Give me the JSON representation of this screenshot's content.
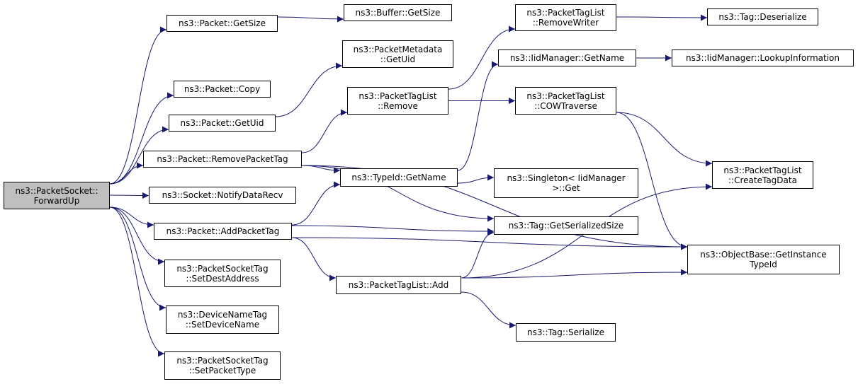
{
  "colors": {
    "edge": "#191970",
    "node_border": "#000000",
    "root_fill": "#bfbfbf",
    "node_fill": "#ffffff"
  },
  "nodes": {
    "packetsocket_forwardup": "ns3::PacketSocket::\nForwardUp",
    "packet_getsize": "ns3::Packet::GetSize",
    "buffer_getsize": "ns3::Buffer::GetSize",
    "packet_copy": "ns3::Packet::Copy",
    "packet_getuid": "ns3::Packet::GetUid",
    "packetmetadata_getuid": "ns3::PacketMetadata\n::GetUid",
    "packet_removepackettag": "ns3::Packet::RemovePacketTag",
    "packettaglist_remove": "ns3::PacketTagList\n::Remove",
    "packettaglist_removewriter": "ns3::PacketTagList\n::RemoveWriter",
    "tag_deserialize": "ns3::Tag::Deserialize",
    "iidmanager_getname": "ns3::IidManager::GetName",
    "iidmanager_lookupinformation": "ns3::IidManager::LookupInformation",
    "packettaglist_cowtraverse": "ns3::PacketTagList\n::COWTraverse",
    "packettaglist_createtagdata": "ns3::PacketTagList\n::CreateTagData",
    "typeid_getname": "ns3::TypeId::GetName",
    "singleton_get": "ns3::Singleton< IidManager\n>::Get",
    "socket_notifydatarecv": "ns3::Socket::NotifyDataRecv",
    "packet_addpackettag": "ns3::Packet::AddPacketTag",
    "tag_getserializedsize": "ns3::Tag::GetSerializedSize",
    "objectbase_getinstancetypeid": "ns3::ObjectBase::GetInstance\nTypeId",
    "packettaglist_add": "ns3::PacketTagList::Add",
    "tag_serialize": "ns3::Tag::Serialize",
    "packetsockettag_setdestaddress": "ns3::PacketSocketTag\n::SetDestAddress",
    "devicenametag_setdevicename": "ns3::DeviceNameTag\n::SetDeviceName",
    "packetsockettag_setpackettype": "ns3::PacketSocketTag\n::SetPacketType"
  },
  "edges": [
    [
      "packetsocket_forwardup",
      "packet_getsize"
    ],
    [
      "packetsocket_forwardup",
      "packet_copy"
    ],
    [
      "packetsocket_forwardup",
      "packet_getuid"
    ],
    [
      "packetsocket_forwardup",
      "packet_removepackettag"
    ],
    [
      "packetsocket_forwardup",
      "socket_notifydatarecv"
    ],
    [
      "packetsocket_forwardup",
      "packet_addpackettag"
    ],
    [
      "packetsocket_forwardup",
      "packetsockettag_setdestaddress"
    ],
    [
      "packetsocket_forwardup",
      "devicenametag_setdevicename"
    ],
    [
      "packetsocket_forwardup",
      "packetsockettag_setpackettype"
    ],
    [
      "packet_getsize",
      "buffer_getsize"
    ],
    [
      "packet_getuid",
      "packetmetadata_getuid"
    ],
    [
      "packet_removepackettag",
      "packettaglist_remove"
    ],
    [
      "packet_removepackettag",
      "typeid_getname"
    ],
    [
      "packet_removepackettag",
      "tag_getserializedsize"
    ],
    [
      "packet_removepackettag",
      "objectbase_getinstancetypeid"
    ],
    [
      "packettaglist_remove",
      "packettaglist_removewriter"
    ],
    [
      "packettaglist_remove",
      "packettaglist_cowtraverse"
    ],
    [
      "packettaglist_removewriter",
      "tag_deserialize"
    ],
    [
      "iidmanager_getname",
      "iidmanager_lookupinformation"
    ],
    [
      "packettaglist_cowtraverse",
      "packettaglist_createtagdata"
    ],
    [
      "packettaglist_cowtraverse",
      "objectbase_getinstancetypeid"
    ],
    [
      "typeid_getname",
      "iidmanager_getname"
    ],
    [
      "typeid_getname",
      "singleton_get"
    ],
    [
      "packet_addpackettag",
      "typeid_getname"
    ],
    [
      "packet_addpackettag",
      "tag_getserializedsize"
    ],
    [
      "packet_addpackettag",
      "packettaglist_add"
    ],
    [
      "packet_addpackettag",
      "objectbase_getinstancetypeid"
    ],
    [
      "packettaglist_add",
      "tag_getserializedsize"
    ],
    [
      "packettaglist_add",
      "packettaglist_createtagdata"
    ],
    [
      "packettaglist_add",
      "objectbase_getinstancetypeid"
    ],
    [
      "packettaglist_add",
      "tag_serialize"
    ]
  ]
}
